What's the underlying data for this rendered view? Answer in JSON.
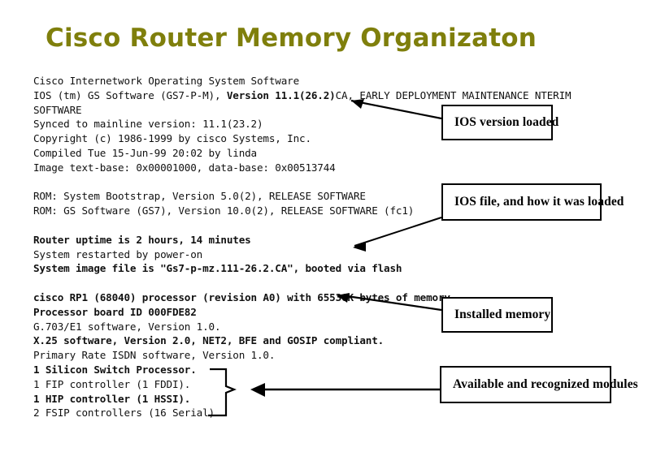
{
  "slide": {
    "title": "Cisco Router Memory Organizaton",
    "title_color": "#7f7f0c",
    "background_color": "#ffffff",
    "text_color": "#111111"
  },
  "console_output": {
    "lines": [
      {
        "id": "line-1",
        "text": "Cisco Internetwork Operating System Software",
        "bold": false,
        "blank": false
      },
      {
        "id": "line-2",
        "text": "IOS (tm) GS Software (GS7-P-M), Version 11.1(26.2)CA, EARLY DEPLOYMENT MAINTENANCE NTERIM",
        "bold": false,
        "blank": false,
        "mixed": true
      },
      {
        "id": "line-3",
        "text": "SOFTWARE",
        "bold": false,
        "blank": false
      },
      {
        "id": "line-4",
        "text": "Synced to mainline version: 11.1(23.2)",
        "bold": false,
        "blank": false
      },
      {
        "id": "line-5",
        "text": "Copyright (c) 1986-1999 by cisco Systems, Inc.",
        "bold": false,
        "blank": false
      },
      {
        "id": "line-6",
        "text": "Compiled Tue 15-Jun-99 20:02 by linda",
        "bold": false,
        "blank": false
      },
      {
        "id": "line-7",
        "text": "Image text-base: 0x00001000, data-base: 0x00513744",
        "bold": false,
        "blank": false
      },
      {
        "id": "line-8",
        "text": "",
        "bold": false,
        "blank": true
      },
      {
        "id": "line-9",
        "text": "ROM: System Bootstrap, Version 5.0(2), RELEASE SOFTWARE",
        "bold": false,
        "blank": false
      },
      {
        "id": "line-10",
        "text": "ROM: GS Software (GS7), Version 10.0(2), RELEASE SOFTWARE (fc1)",
        "bold": false,
        "blank": false
      },
      {
        "id": "line-11",
        "text": "",
        "bold": false,
        "blank": true
      },
      {
        "id": "line-12",
        "text": "Router uptime is 2 hours, 14 minutes",
        "bold": false,
        "blank": false
      },
      {
        "id": "line-13",
        "text": "System restarted by power-on",
        "bold": false,
        "blank": false
      },
      {
        "id": "line-14",
        "text": "System image file is \"Gs7-p-mz.111-26.2.CA\", booted via flash",
        "bold": true,
        "blank": false
      },
      {
        "id": "line-15",
        "text": "",
        "bold": false,
        "blank": true
      },
      {
        "id": "line-16",
        "text": "cisco RP1 (68040) processor (revision A0) with 65536K bytes of memory.",
        "bold": false,
        "blank": false
      },
      {
        "id": "line-17",
        "text": "Processor board ID 000FDE82",
        "bold": false,
        "blank": false
      },
      {
        "id": "line-18",
        "text": "G.703/E1 software, Version 1.0.",
        "bold": false,
        "blank": false
      },
      {
        "id": "line-19",
        "text": "X.25 software, Version 2.0, NET2, BFE and GOSIP compliant.",
        "bold": false,
        "blank": false
      },
      {
        "id": "line-20",
        "text": "Primary Rate ISDN software, Version 1.0.",
        "bold": false,
        "blank": false
      },
      {
        "id": "line-21",
        "text": "1 Silicon Switch Processor.",
        "bold": false,
        "blank": false
      },
      {
        "id": "line-22",
        "text": "1 FIP controller (1 FDDI).",
        "bold": false,
        "blank": false
      },
      {
        "id": "line-23",
        "text": "1 HIP controller (1 HSSI).",
        "bold": false,
        "blank": false
      },
      {
        "id": "line-24",
        "text": "2 FSIP controllers (16 Serial)",
        "bold": false,
        "blank": false
      }
    ],
    "line2_parts": {
      "prefix": "IOS (tm) GS Software (GS7-P-M), ",
      "emphasis": "Version 11.1(26.2)",
      "suffix": "CA, EARLY DEPLOYMENT MAINTENANCE NTERIM"
    }
  },
  "callouts": [
    {
      "id": "callout-1",
      "label": "IOS version loaded"
    },
    {
      "id": "callout-2",
      "label": "IOS file, and how it was loaded"
    },
    {
      "id": "callout-3",
      "label": "Installed memory"
    },
    {
      "id": "callout-4",
      "label": "Available and recognized modules"
    }
  ],
  "connectors": {
    "stroke_color": "#000000",
    "count": 4
  }
}
